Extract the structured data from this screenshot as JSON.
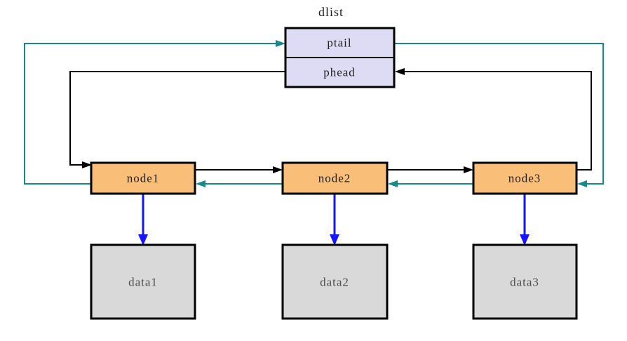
{
  "diagram": {
    "title": "dlist",
    "struct": {
      "name": "dlist",
      "fields": [
        "ptail",
        "phead"
      ]
    },
    "nodes": [
      "node1",
      "node2",
      "node3"
    ],
    "data_blocks": [
      "data1",
      "data2",
      "data3"
    ],
    "edges": [
      {
        "from": "phead",
        "to": "node1",
        "pointer": "head",
        "color_key": "next-arrow"
      },
      {
        "from": "node1",
        "to": "node2",
        "pointer": "next",
        "color_key": "next-arrow"
      },
      {
        "from": "node2",
        "to": "node3",
        "pointer": "next",
        "color_key": "next-arrow"
      },
      {
        "from": "node3",
        "to": "phead",
        "pointer": "next-wrap",
        "color_key": "next-arrow"
      },
      {
        "from": "ptail",
        "to": "node3",
        "pointer": "tail",
        "color_key": "prev-arrow"
      },
      {
        "from": "node3",
        "to": "node2",
        "pointer": "prev",
        "color_key": "prev-arrow"
      },
      {
        "from": "node2",
        "to": "node1",
        "pointer": "prev",
        "color_key": "prev-arrow"
      },
      {
        "from": "node1",
        "to": "ptail",
        "pointer": "prev-wrap",
        "color_key": "prev-arrow"
      },
      {
        "from": "node1",
        "to": "data1",
        "pointer": "data",
        "color_key": "data-arrow"
      },
      {
        "from": "node2",
        "to": "data2",
        "pointer": "data",
        "color_key": "data-arrow"
      },
      {
        "from": "node3",
        "to": "data3",
        "pointer": "data",
        "color_key": "data-arrow"
      }
    ]
  },
  "colors": {
    "next-arrow": "#000000",
    "prev-arrow": "#17898c",
    "data-arrow": "#1414ff",
    "struct-fill": "#dedcf5",
    "node-fill": "#f9be77",
    "data-fill": "#d9d9d9",
    "border": "#000000",
    "label-color": "#1f1f1f",
    "data-label-color": "#4d4d4d",
    "background": "#ffffff"
  }
}
